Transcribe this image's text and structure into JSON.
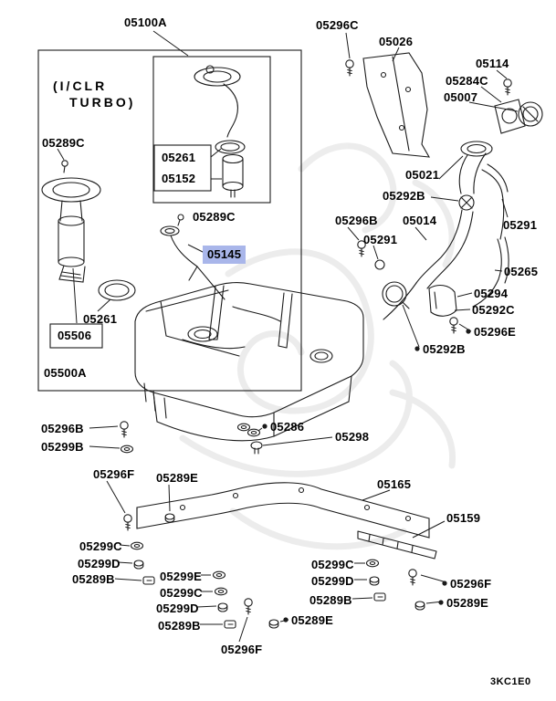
{
  "page": {
    "footer_code": "3KC1E0",
    "colors": {
      "highlight": "#a9b6ea",
      "line": "#1b1b1b",
      "watermark": "#dedede"
    }
  },
  "diagram": {
    "selected_part": "05145",
    "variant_note": {
      "line1": "(I/CLR",
      "line2": "TURBO)"
    },
    "labels": [
      {
        "text": "05100A"
      },
      {
        "text": "05296C"
      },
      {
        "text": "05026"
      },
      {
        "text": "05114"
      },
      {
        "text": "05284C"
      },
      {
        "text": "05007"
      },
      {
        "text": "05289C"
      },
      {
        "text": "05261"
      },
      {
        "text": "05152"
      },
      {
        "text": "05021"
      },
      {
        "text": "05292B"
      },
      {
        "text": "05289C"
      },
      {
        "text": "05296B"
      },
      {
        "text": "05014"
      },
      {
        "text": "05291"
      },
      {
        "text": "05145",
        "highlight": true
      },
      {
        "text": "05291"
      },
      {
        "text": "05265"
      },
      {
        "text": "05294"
      },
      {
        "text": "05292C"
      },
      {
        "text": "05296E",
        "bullet": true
      },
      {
        "text": "05292B",
        "bullet": true
      },
      {
        "text": "05261"
      },
      {
        "text": "05506",
        "boxed": true
      },
      {
        "text": "05500A"
      },
      {
        "text": "05296B"
      },
      {
        "text": "05299B"
      },
      {
        "text": "05286",
        "bullet": true
      },
      {
        "text": "05298"
      },
      {
        "text": "05296F"
      },
      {
        "text": "05289E"
      },
      {
        "text": "05165"
      },
      {
        "text": "05159"
      },
      {
        "text": "05299C"
      },
      {
        "text": "05299D"
      },
      {
        "text": "05289B"
      },
      {
        "text": "05299E"
      },
      {
        "text": "05299C"
      },
      {
        "text": "05299D"
      },
      {
        "text": "05289B"
      },
      {
        "text": "05296F"
      },
      {
        "text": "05299C"
      },
      {
        "text": "05299D"
      },
      {
        "text": "05289B"
      },
      {
        "text": "05296F",
        "bullet": true
      },
      {
        "text": "05289E",
        "bullet": true
      },
      {
        "text": "05289E",
        "bullet": true
      }
    ]
  }
}
